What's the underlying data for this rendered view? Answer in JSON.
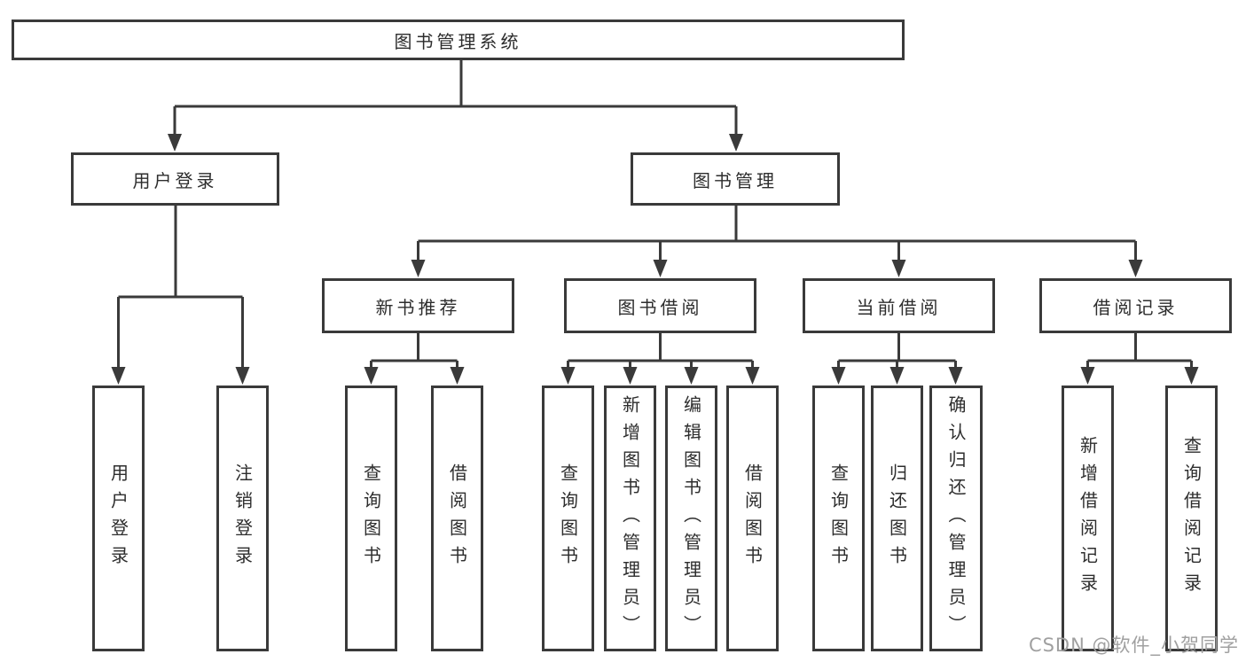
{
  "root_label": "图书管理系统",
  "level2": {
    "left": "用户登录",
    "right": "图书管理"
  },
  "level3": [
    "新书推荐",
    "图书借阅",
    "当前借阅",
    "借阅记录"
  ],
  "leaves": {
    "login": [
      "用户登录",
      "注销登录"
    ],
    "newbook": [
      "查询图书",
      "借阅图书"
    ],
    "borrow": [
      "查询图书",
      "新增图书（管理员）",
      "编辑图书（管理员）",
      "借阅图书"
    ],
    "current": [
      "查询图书",
      "归还图书",
      "确认归还（管理员）"
    ],
    "records": [
      "新增借阅记录",
      "查询借阅记录"
    ]
  },
  "watermark": "CSDN @软件_小贺同学",
  "colors": {
    "line": "#3a3a3a",
    "text": "#2d2d2d",
    "watermark": "#a0a0a0",
    "background": "#ffffff"
  }
}
